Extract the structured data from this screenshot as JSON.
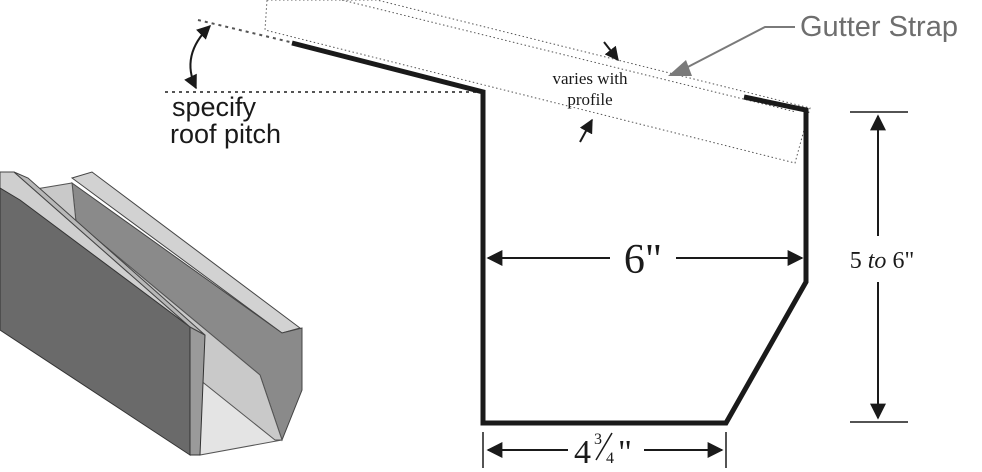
{
  "labels": {
    "gutter_strap": "Gutter Strap",
    "specify": "specify",
    "roof_pitch": "roof pitch",
    "varies_line1": "varies with",
    "varies_line2": "profile",
    "width_top": "6\"",
    "height_pre": "5 ",
    "height_mid": "to",
    "height_post": " 6\"",
    "width_bottom_whole": "4",
    "width_bottom_frac_num": "3",
    "width_bottom_frac_den": "4",
    "width_bottom_unit": "\""
  },
  "colors": {
    "outline": "#1a1a1a",
    "callout_arrow": "#7a7a7a",
    "callout_text": "#6e6e6e"
  }
}
